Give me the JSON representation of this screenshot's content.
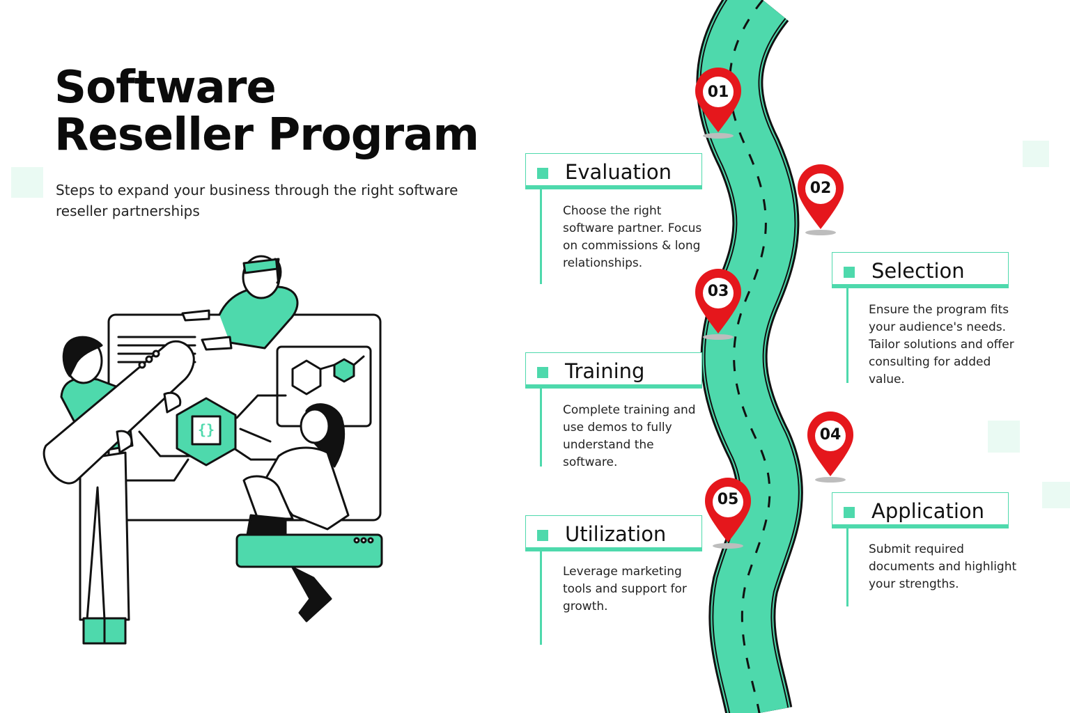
{
  "header": {
    "title_line1": "Software",
    "title_line2": "Reseller Program",
    "subtitle": "Steps to expand your business through the right software reseller partnerships"
  },
  "steps": [
    {
      "number": "01",
      "title": "Evaluation",
      "description": "Choose the right software partner. Focus on commissions & long relationships."
    },
    {
      "number": "02",
      "title": "Selection",
      "description": "Ensure the program fits your audience's needs. Tailor solutions and offer consulting for added value."
    },
    {
      "number": "03",
      "title": "Training",
      "description": "Complete training and use demos to fully understand the software."
    },
    {
      "number": "04",
      "title": "Application",
      "description": "Submit required documents and highlight your strengths."
    },
    {
      "number": "05",
      "title": "Utilization",
      "description": "Leverage marketing tools and support for growth."
    }
  ],
  "colors": {
    "accent": "#4ed9ac",
    "pin": "#e5171c",
    "text": "#111111"
  },
  "illustration": {
    "badge_icon": "{}"
  }
}
